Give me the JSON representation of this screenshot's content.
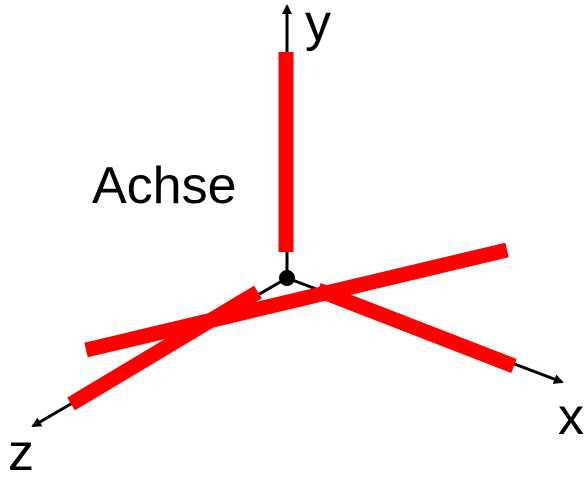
{
  "heading_fragment": "Achse",
  "axes": {
    "y_label": "y",
    "x_label": "x",
    "z_label": "z"
  },
  "colors": {
    "axis_lines": "#000000",
    "highlight_bars": "#ff0000",
    "background": "#ffffff"
  }
}
